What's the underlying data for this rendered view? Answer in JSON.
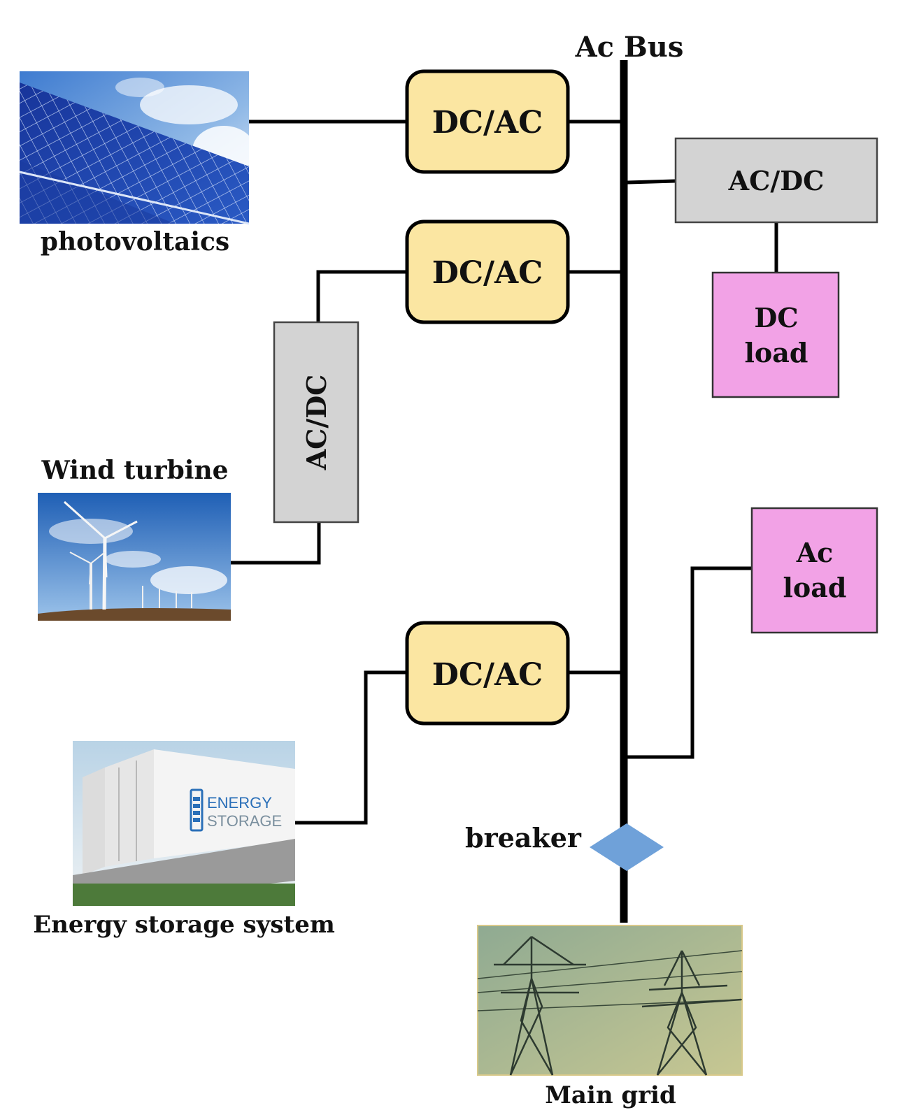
{
  "bus": {
    "label": "Ac Bus"
  },
  "sources": {
    "pv": {
      "label": "photovoltaics",
      "icon": "solar-panel-photo"
    },
    "wind": {
      "label": "Wind turbine",
      "icon": "wind-turbine-photo"
    },
    "storage": {
      "label": "Energy storage system",
      "icon": "energy-storage-photo",
      "sign_line1": "ENERGY",
      "sign_line2": "STORAGE"
    }
  },
  "converters": {
    "inv1": "DC/AC",
    "inv2": "DC/AC",
    "inv3": "DC/AC",
    "rect_wind": "AC/DC",
    "rect_load": "AC/DC"
  },
  "loads": {
    "dc": {
      "line1": "DC",
      "line2": "load"
    },
    "ac": {
      "line1": "Ac",
      "line2": "load"
    }
  },
  "breaker": {
    "label": "breaker"
  },
  "grid": {
    "label": "Main grid",
    "icon": "transmission-tower-photo"
  },
  "colors": {
    "inverter_fill": "#fbe6a2",
    "rectifier_fill": "#d3d3d3",
    "load_fill": "#f2a2e6",
    "breaker_fill": "#6fa1d9"
  }
}
